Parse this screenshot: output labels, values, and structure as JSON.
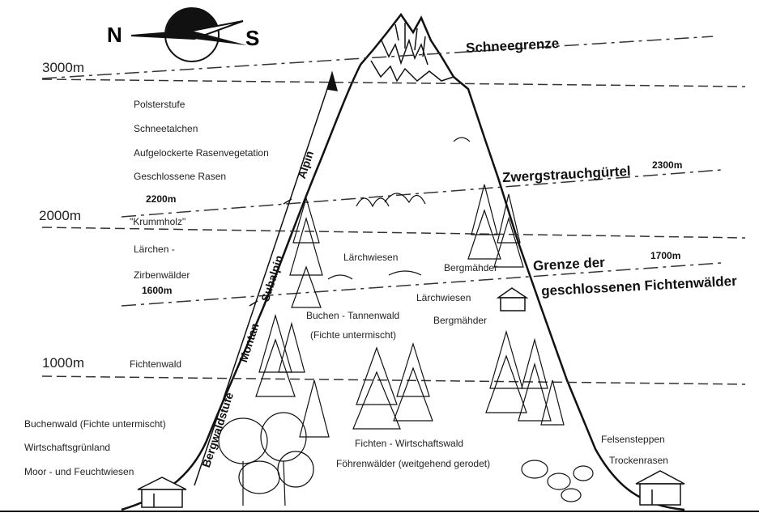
{
  "compass": {
    "north": "N",
    "south": "S",
    "icon": "compass-icon"
  },
  "altitudes": {
    "a3000": "3000m",
    "a2000": "2000m",
    "a1000": "1000m"
  },
  "zones": {
    "schneegrenze": "Schneegrenze",
    "zwergstrauch": "Zwergstrauchgürtel",
    "zwergstrauch_alt": "2300m",
    "grenze1": "Grenze der",
    "grenze1_alt": "1700m",
    "grenze2": "geschlossenen Fichtenwälder"
  },
  "left_labels": {
    "polster": "Polsterstufe",
    "schneetalchen": "Schneetalchen",
    "aufgelockert": "Aufgelockerte Rasenvegetation",
    "geschlossen": "Geschlossene Rasen",
    "alt2200": "2200m",
    "krummholz": "\"Krummholz\"",
    "larchen": "Lärchen -",
    "zirben": "Zirbenwälder",
    "alt1600": "1600m",
    "fichtenwald": "Fichtenwald",
    "buchenwald": "Buchenwald (Fichte untermischt)",
    "wirtschaft": "Wirtschaftsgrünland",
    "moor": "Moor - und  Feuchtwiesen"
  },
  "stages": {
    "alpin": "Alpin",
    "subalpin": "Subalpin",
    "montan": "Montan",
    "bergwald": "Bergwaldstufe"
  },
  "mountain_labels": {
    "laerchwiesen1": "Lärchwiesen",
    "bergmaehder1": "Bergmähder",
    "laerchwiesen2": "Lärchwiesen",
    "bergmaehder2": "Bergmähder",
    "buchen_tannen": "Buchen - Tannenwald",
    "fichte_unter": "(Fichte untermischt)",
    "fichten_wirt": "Fichten - Wirtschaftswald",
    "foehren": "Föhrenwälder (weitgehend gerodet)"
  },
  "right_labels": {
    "felsen": "Felsensteppen",
    "trocken": "Trockenrasen"
  }
}
